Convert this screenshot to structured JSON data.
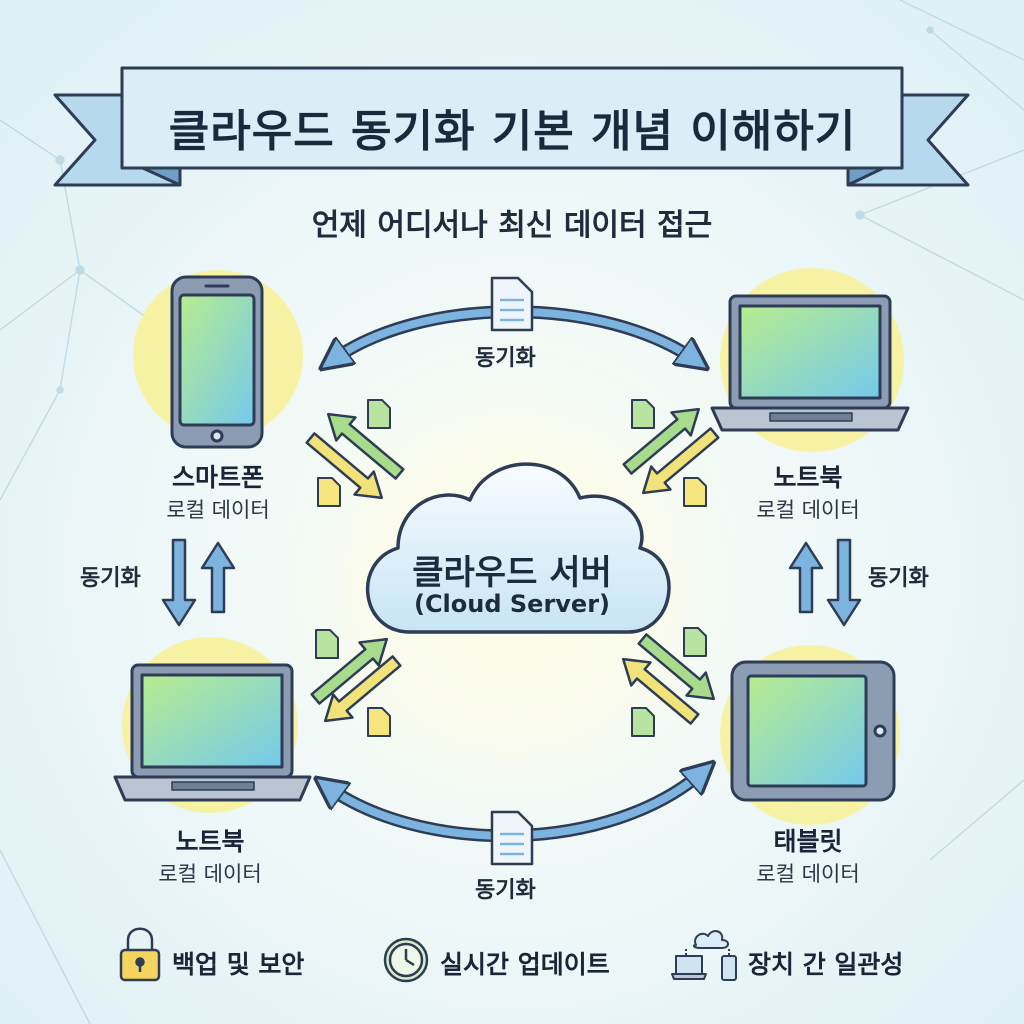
{
  "title": "클라우드 동기화 기본 개념 이해하기",
  "subtitle": "언제 어디서나 최신 데이터 접근",
  "sync_label": "동기화",
  "cloud": {
    "name": "클라우드 서버",
    "english": "(Cloud Server)"
  },
  "devices": {
    "smartphone": {
      "name": "스마트폰",
      "sub": "로컬 데이터"
    },
    "laptop_top": {
      "name": "노트북",
      "sub": "로컬 데이터"
    },
    "laptop_bottom": {
      "name": "노트북",
      "sub": "로컬 데이터"
    },
    "tablet": {
      "name": "태블릿",
      "sub": "로컬 데이터"
    }
  },
  "features": [
    {
      "icon": "lock-icon",
      "label": "백업 및 보안"
    },
    {
      "icon": "clock-icon",
      "label": "실시간 업데이트"
    },
    {
      "icon": "devices-icon",
      "label": "장치 간 일관성"
    }
  ],
  "colors": {
    "arrow_blue": "#7cb3df",
    "arrow_green": "#a8dc8c",
    "arrow_yellow": "#f1e27a",
    "ribbon": "#d8ecf6",
    "highlight": "#f8f29a",
    "outline": "#2e3d55"
  }
}
